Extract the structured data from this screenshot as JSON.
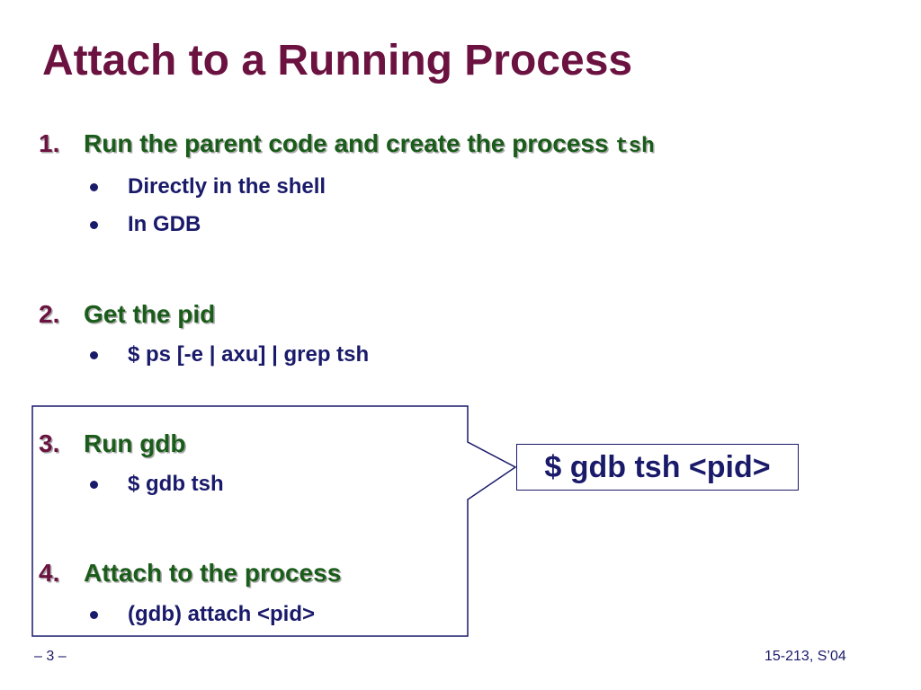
{
  "slide": {
    "title": "Attach to a Running Process",
    "steps": [
      {
        "number": "1.",
        "text": "Run the parent code and create the process ",
        "code": "tsh",
        "bullets": [
          "Directly in the shell",
          "In GDB"
        ]
      },
      {
        "number": "2.",
        "text": "Get the pid",
        "bullets": [
          "$ ps [-e | axu] | grep tsh"
        ]
      },
      {
        "number": "3.",
        "text": "Run gdb",
        "bullets": [
          "$ gdb tsh"
        ]
      },
      {
        "number": "4.",
        "text": "Attach to the process",
        "bullets": [
          "(gdb) attach <pid>"
        ]
      }
    ],
    "callout": "$ gdb tsh <pid>",
    "footer_left": "– 3 –",
    "footer_right": "15-213, S’04"
  },
  "colors": {
    "title": "#6b1240",
    "heading": "#1a5c1a",
    "bullet_text": "#1a1a6b"
  }
}
